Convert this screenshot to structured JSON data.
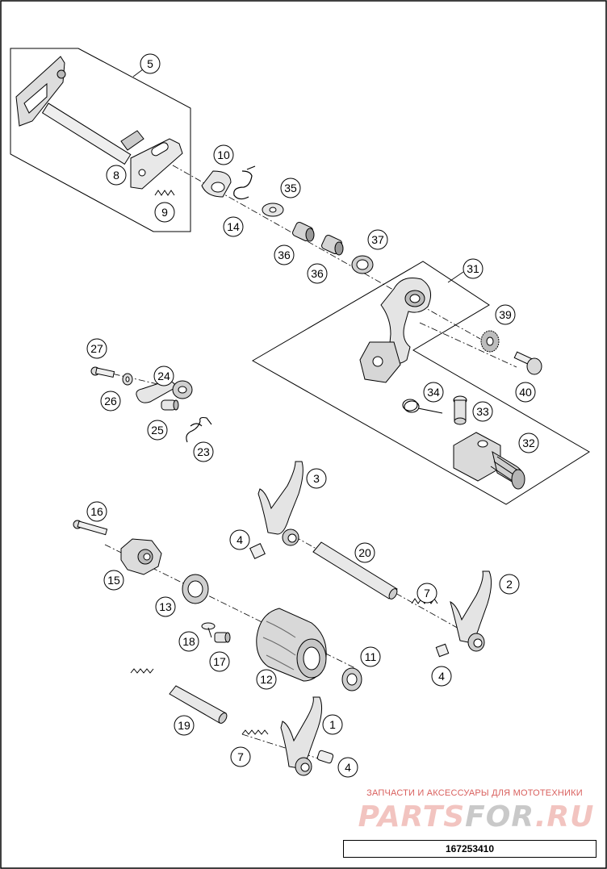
{
  "diagram_id": "167253410",
  "watermark": {
    "caption": "ЗАПЧАСТИ И АКСЕССУАРЫ ДЛЯ МОТОТЕХНИКИ",
    "logo_a": "PARTS",
    "logo_b": "FOR",
    "logo_c": ".RU"
  },
  "callouts": {
    "c5": "5",
    "c8": "8",
    "c9": "9",
    "c10": "10",
    "c14": "14",
    "c35": "35",
    "c36a": "36",
    "c36b": "36",
    "c37": "37",
    "c31": "31",
    "c39": "39",
    "c40": "40",
    "c34": "34",
    "c33": "33",
    "c32": "32",
    "c27": "27",
    "c24": "24",
    "c26": "26",
    "c25": "25",
    "c23": "23",
    "c3": "3",
    "c4a": "4",
    "c20": "20",
    "c16": "16",
    "c15": "15",
    "c13": "13",
    "c2": "2",
    "c7a": "7",
    "c18": "18",
    "c11": "11",
    "c17": "17",
    "c12": "12",
    "c4b": "4",
    "c19": "19",
    "c1": "1",
    "c7b": "7",
    "c4c": "4"
  }
}
